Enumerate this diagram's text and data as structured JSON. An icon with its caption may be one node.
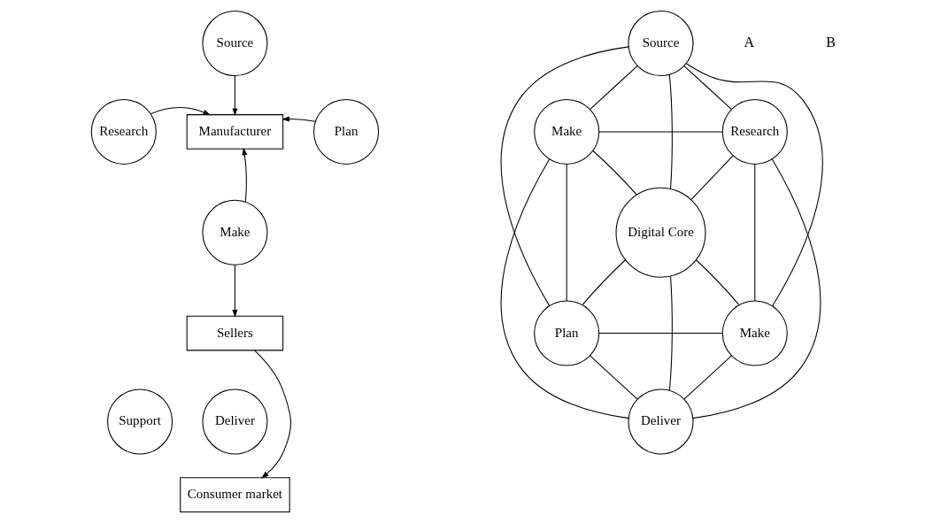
{
  "diagram": {
    "nodes": [
      {
        "text": [
          "Source"
        ]
      },
      {
        "text": [
          "Research"
        ]
      },
      {
        "text": [
          "Manufacturer"
        ]
      },
      {
        "text": [
          "Plan"
        ]
      },
      {
        "text": [
          "Make"
        ]
      },
      {
        "text": [
          "Sellers"
        ]
      },
      {
        "text": [
          "Support"
        ]
      },
      {
        "text": [
          "Deliver"
        ]
      },
      {
        "text": [
          "Consumer market"
        ]
      },
      {
        "text": [
          "Source"
        ]
      },
      {
        "text": [
          "Make"
        ]
      },
      {
        "text": [
          "Research"
        ]
      },
      {
        "text": [
          "Digital Core"
        ]
      },
      {
        "text": [
          "Plan"
        ]
      },
      {
        "text": [
          "Make"
        ]
      },
      {
        "text": [
          "Deliver"
        ]
      }
    ],
    "edges": [
      {
        "from": 0,
        "to": 2,
        "arrow": "to"
      },
      {
        "from": 1,
        "to": 2,
        "arrow": "to"
      },
      {
        "from": 3,
        "to": 2,
        "arrow": "to"
      },
      {
        "from": 4,
        "to": 2,
        "arrow": "to"
      },
      {
        "from": 4,
        "to": 5,
        "arrow": "to"
      },
      {
        "from": 5,
        "to": 8,
        "arrow": "to"
      },
      {
        "from": 9,
        "to": 10,
        "arrow": "none"
      },
      {
        "from": 9,
        "to": 11,
        "arrow": "none"
      },
      {
        "from": 9,
        "to": 12,
        "arrow": "none"
      },
      {
        "from": 9,
        "to": 13,
        "arrow": "none"
      },
      {
        "from": 9,
        "to": 14,
        "arrow": "none"
      },
      {
        "from": 10,
        "to": 11,
        "arrow": "none"
      },
      {
        "from": 10,
        "to": 12,
        "arrow": "none"
      },
      {
        "from": 10,
        "to": 13,
        "arrow": "none"
      },
      {
        "from": 10,
        "to": 15,
        "arrow": "none"
      },
      {
        "from": 11,
        "to": 12,
        "arrow": "none"
      },
      {
        "from": 11,
        "to": 14,
        "arrow": "none"
      },
      {
        "from": 11,
        "to": 15,
        "arrow": "none"
      },
      {
        "from": 12,
        "to": 13,
        "arrow": "none"
      },
      {
        "from": 12,
        "to": 14,
        "arrow": "none"
      },
      {
        "from": 12,
        "to": 15,
        "arrow": "none"
      },
      {
        "from": 13,
        "to": 14,
        "arrow": "none"
      },
      {
        "from": 13,
        "to": 15,
        "arrow": "none"
      },
      {
        "from": 14,
        "to": 15,
        "arrow": "none"
      }
    ],
    "labels": [
      "A",
      "B"
    ]
  }
}
